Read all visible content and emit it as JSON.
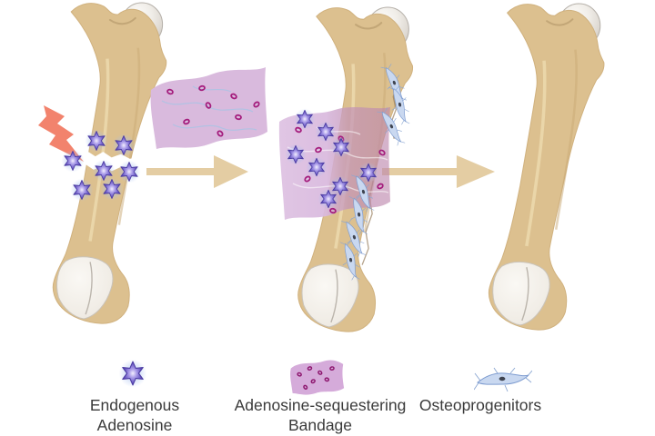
{
  "figure_title": "",
  "legend": {
    "items": [
      {
        "icon": "adenosine-star-icon",
        "label_line1": "Endogenous",
        "label_line2": "Adenosine"
      },
      {
        "icon": "bandage-icon",
        "label_line1": "Adenosine-sequestering",
        "label_line2": "Bandage"
      },
      {
        "icon": "osteoprogenitor-cell-icon",
        "label_line1": "Osteoprogenitors",
        "label_line2": ""
      }
    ]
  },
  "icons": {
    "adenosine": "six-pointed-star",
    "bandage": "wavy-patch-with-magenta-rings",
    "osteoprogenitor": "blue-spindle-cell",
    "injury": "lightning-bolt",
    "transition": "right-arrow"
  },
  "colors": {
    "background": "#ffffff",
    "bone": "#dcc08f",
    "bone_outline": "#d0b17e",
    "bone_head_ivory": "#f0ede8",
    "bandage_light": "#d9badd",
    "bandage_overlap": "#bc85ab",
    "bandage_ring": "#a41c7c",
    "adenosine_star": "#6453c0",
    "star_glow": "#a5bef0",
    "cell_fill": "#c9d8f0",
    "cell_outline": "#7e9cd0",
    "arrow": "#e4cda3",
    "lightning": "#f2836d",
    "label_text": "#3b3b3b"
  }
}
